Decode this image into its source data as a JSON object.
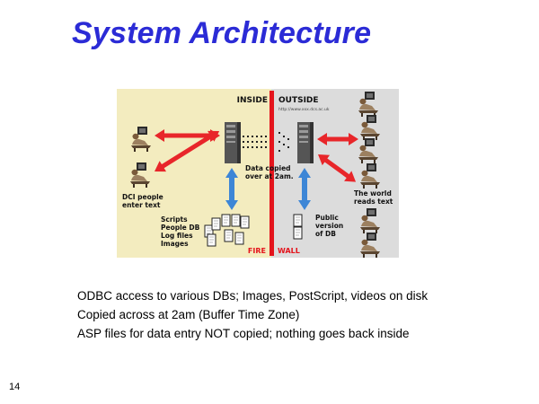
{
  "slide": {
    "title": "System Architecture",
    "number": "14"
  },
  "diagram": {
    "inside_label": "INSIDE",
    "outside_label": "OUTSIDE",
    "url_text": "http://www.xxx.dcs.ac.uk",
    "data_copied_line1": "Data copied",
    "data_copied_line2": "over at 2am.",
    "dci_line1": "DCI people",
    "dci_line2": "enter text",
    "scripts_lines": [
      "Scripts",
      "People DB",
      "Log files",
      "Images"
    ],
    "public_lines": [
      "Public",
      "version",
      "of DB"
    ],
    "world_line1": "The world",
    "world_line2": "reads text",
    "fire_label": "FIRE",
    "wall_label": "WALL",
    "colors": {
      "inside_bg": "#f3ecbf",
      "outside_bg": "#dcdcdc",
      "wall": "#e4141c",
      "red_arrow": "#e8262a",
      "blue_arrow": "#3d86d6",
      "title": "#2b2bd6"
    }
  },
  "bullets": [
    "ODBC access to various DBs; Images, PostScript, videos on disk",
    "Copied across at 2am (Buffer Time Zone)",
    "ASP files for data entry NOT copied; nothing goes back inside"
  ]
}
